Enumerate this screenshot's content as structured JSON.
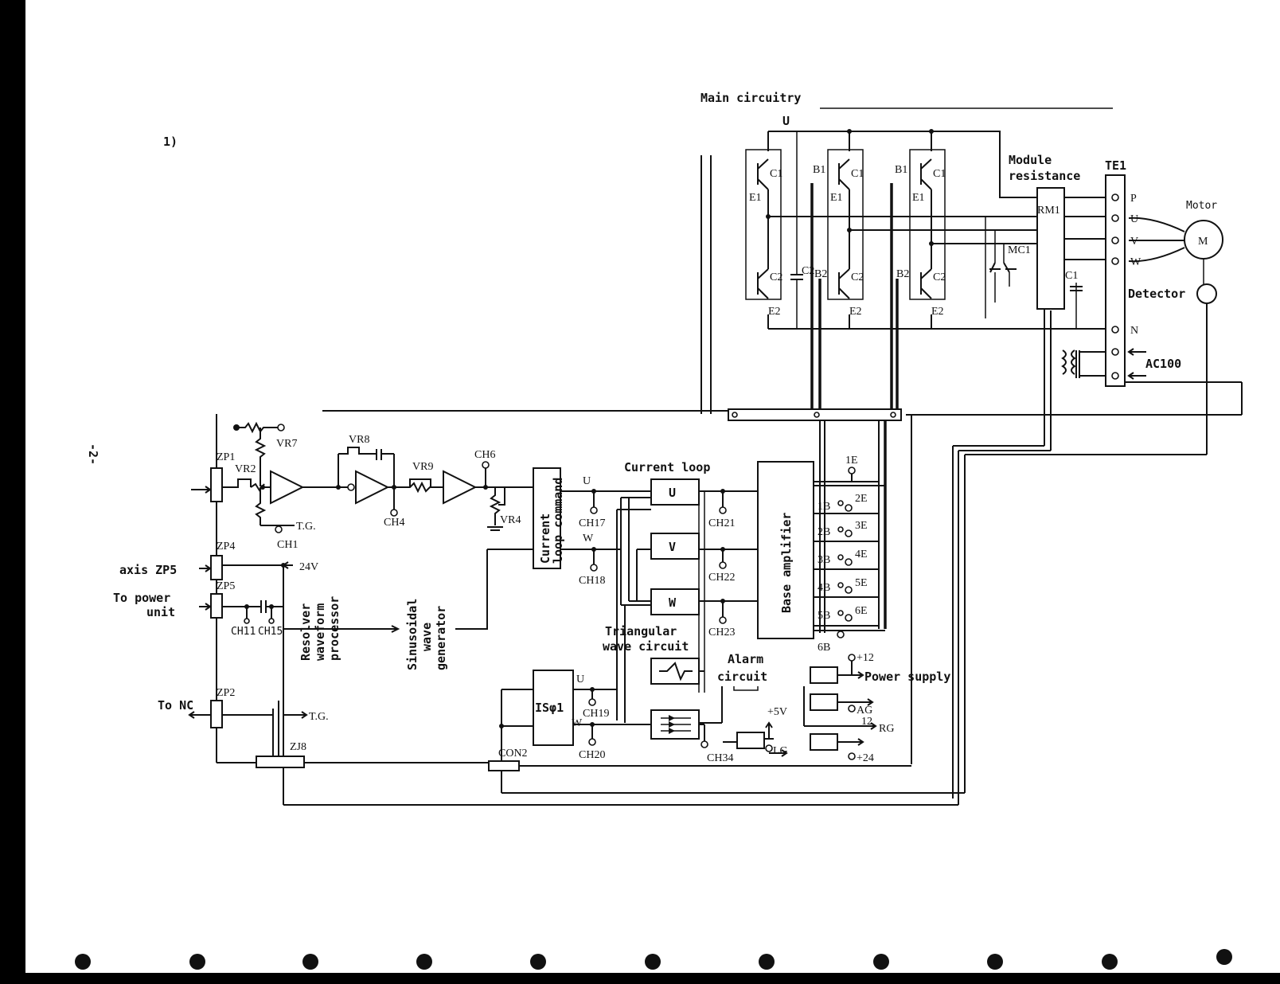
{
  "page": {
    "section_label": "1)",
    "page_number": "-2-"
  },
  "main_circuitry": {
    "title": "Main circuitry",
    "phase_u": "U",
    "transistors": {
      "c1": "C1",
      "e1": "E1",
      "b1": "B1",
      "c2": "C2",
      "e2": "E2",
      "b2": "B2",
      "cap_c2": "C2"
    },
    "module_resistance": [
      "Module",
      "resistance"
    ],
    "rm1": "RM1",
    "mc1": "MC1",
    "c1_cap": "C1",
    "te1": "TE1",
    "terminals": [
      "P",
      "U",
      "V",
      "W",
      "N"
    ],
    "ac100": "AC100",
    "motor_label": "Motor",
    "motor_symbol": "M",
    "detector": "Detector"
  },
  "control": {
    "zp1": "ZP1",
    "vr7": "VR7",
    "vr2": "VR2",
    "tg1": "T.G.",
    "ch1": "CH1",
    "vr8": "VR8",
    "vr9": "VR9",
    "ch4": "CH4",
    "ch6": "CH6",
    "vr4": "VR4",
    "current_loop_command": [
      "Current",
      "loop command"
    ],
    "u_label": "U",
    "w_label": "W",
    "ch17": "CH17",
    "ch18": "CH18",
    "current_loop": "Current loop",
    "block_u": "U",
    "block_v": "V",
    "block_w": "W",
    "ch21": "CH21",
    "ch22": "CH22",
    "ch23": "CH23",
    "triangular": [
      "Triangular",
      "wave circuit"
    ],
    "base_amplifier": "Base amplifier",
    "base_outputs": [
      "1E",
      "1B",
      "2E",
      "2B",
      "3E",
      "3B",
      "4E",
      "4B",
      "5E",
      "5B",
      "6E",
      "6B"
    ],
    "zp4": "ZP4",
    "axis_zp5": "axis ZP5",
    "v24": "24V",
    "zp5": "ZP5",
    "to_power_unit": [
      "To power",
      "unit"
    ],
    "ch11": "CH11",
    "ch15": "CH15",
    "resolver": [
      "Resolver",
      "waveform",
      "processor"
    ],
    "sinusoidal": [
      "Sinusoidal",
      "wave",
      "generator"
    ],
    "alarm": [
      "Alarm",
      "circuit"
    ],
    "plus12": "+12",
    "power_supply": "Power supply",
    "ag": "AG",
    "v12": "12",
    "rg": "RG",
    "plus5v": "+5V",
    "lg": "LG",
    "plus24": "+24",
    "isphi": "ISφ1",
    "ch19": "CH19",
    "ch20": "CH20",
    "ch34": "CH34",
    "con2": "CON2",
    "to_nc": "To NC",
    "zp2": "ZP2",
    "tg2": "T.G.",
    "zj8": "ZJ8"
  },
  "colors": {
    "ink": "#111111",
    "paper": "#ffffff",
    "border": "#000000"
  }
}
